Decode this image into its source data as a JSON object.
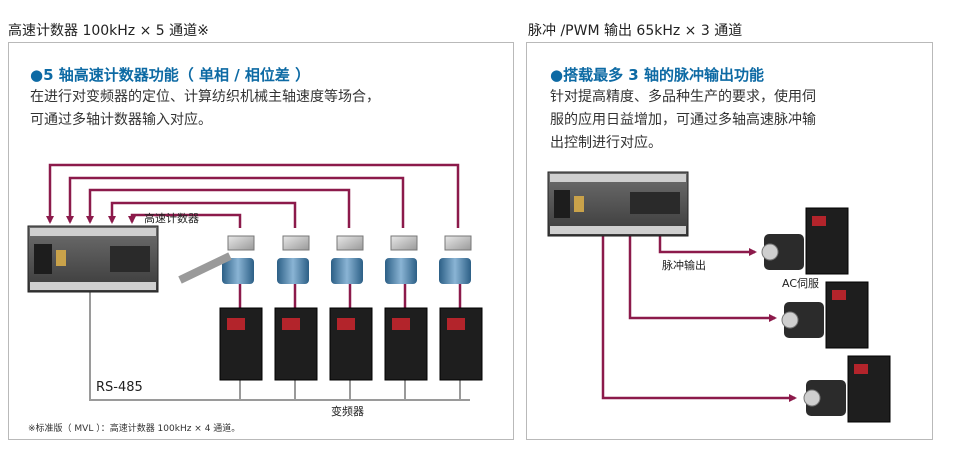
{
  "left": {
    "header": "高速计数器 100kHz × 5 通道※",
    "title": "●5 轴高速计数器功能（ 单相 / 相位差 ）",
    "desc_lines": [
      "在进行对变频器的定位、计算纺织机械主轴速度等场合，",
      "可通过多轴计数器输入对应。"
    ],
    "label_counter": "高速计数器",
    "label_rs485": "RS-485",
    "label_inverter": "变频器",
    "footnote": "※标准版（ MVL ）：高速计数器 100kHz × 4 通道。"
  },
  "right": {
    "header": "脉冲 /PWM 输出 65kHz × 3 通道",
    "title": "●搭载最多 3 轴的脉冲输出功能",
    "desc_lines": [
      "针对提高精度、多品种生产的要求，使用伺",
      "服的应用日益增加，可通过多轴高速脉冲输",
      "出控制进行对应。"
    ],
    "label_pulse": "脉冲输出",
    "label_servo": "AC伺服"
  },
  "colors": {
    "accent": "#0d6aa4",
    "signal_line": "#8c1a4b",
    "bus_line": "#9a9a9a"
  }
}
